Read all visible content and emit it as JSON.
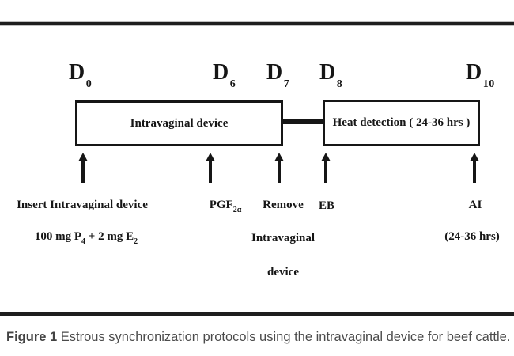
{
  "figure": {
    "days": [
      {
        "d": "D",
        "sub": "0"
      },
      {
        "d": "D",
        "sub": "6"
      },
      {
        "d": "D",
        "sub": "7"
      },
      {
        "d": "D",
        "sub": "8"
      },
      {
        "d": "D",
        "sub": "10"
      }
    ],
    "boxes": {
      "device": "Intravaginal device",
      "heat": "Heat detection ( 24-36 hrs )"
    },
    "events": {
      "insert": {
        "line1": "Insert Intravaginal device",
        "dose_p1": "100 mg P",
        "dose_sub1": "4",
        "dose_p2": " + 2 mg E",
        "dose_sub2": "2"
      },
      "pgf": {
        "main": "PGF",
        "sub": "2α"
      },
      "remove": {
        "line1": "Remove",
        "line2": "Intravaginal",
        "line3": "device"
      },
      "eb": {
        "label": "EB"
      },
      "ai": {
        "line1": "AI",
        "line2": "(24-36 hrs)"
      }
    },
    "caption": {
      "label": "Figure 1",
      "text": " Estrous synchronization protocols using the intravaginal device for beef cattle."
    },
    "colors": {
      "ink": "#161616",
      "rule": "#1e1e1e",
      "caption_text": "#4b4b4b"
    }
  }
}
